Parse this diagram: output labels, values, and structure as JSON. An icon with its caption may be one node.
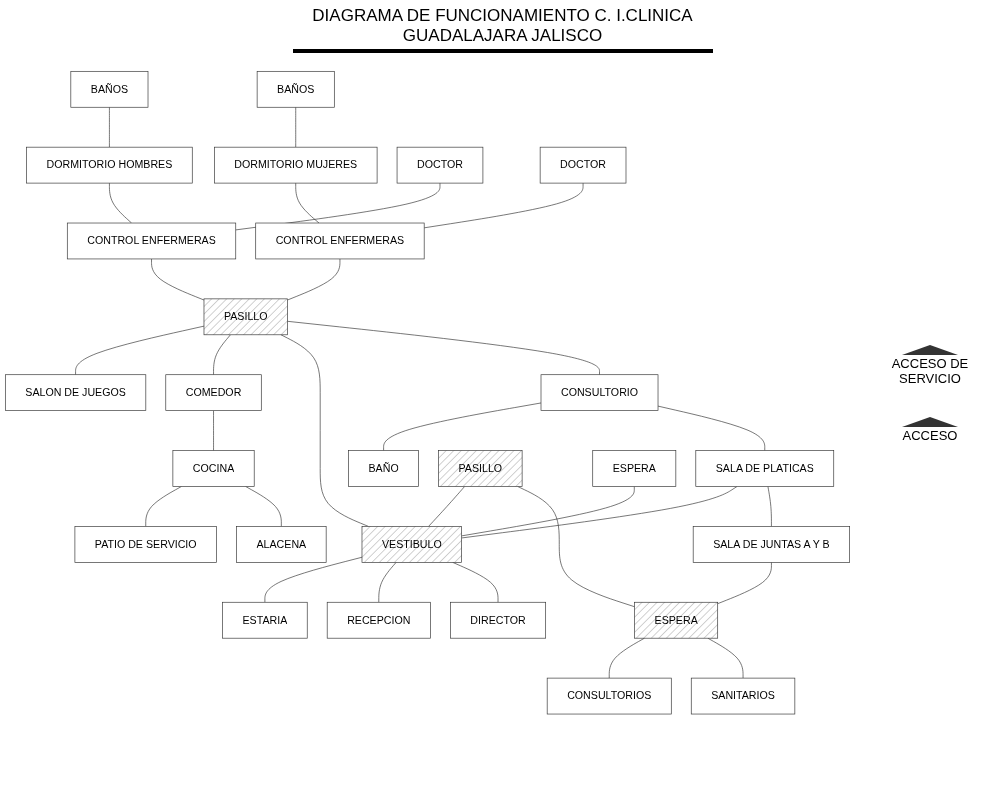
{
  "diagram": {
    "title": "DIAGRAMA DE FUNCIONAMIENTO C. I.CLINICA GUADALAJARA JALISCO",
    "nodes": [
      {
        "text": [
          "BAÑOS"
        ]
      },
      {
        "text": [
          "BAÑOS"
        ]
      },
      {
        "text": [
          "DORMITORIO HOMBRES"
        ]
      },
      {
        "text": [
          "DORMITORIO MUJERES"
        ]
      },
      {
        "text": [
          "DOCTOR"
        ]
      },
      {
        "text": [
          "CONTROL ENFERMERAS"
        ]
      },
      {
        "text": [
          "CONTROL ENFERMERAS"
        ]
      },
      {
        "text": [
          "DOCTOR"
        ]
      },
      {
        "text": [
          "PASILLO"
        ]
      },
      {
        "text": [
          "CONSULTORIO"
        ]
      },
      {
        "text": [
          "BAÑO"
        ]
      },
      {
        "text": [
          "SALON DE JUEGOS"
        ]
      },
      {
        "text": [
          "SALA DE PLATICAS"
        ]
      },
      {
        "text": [
          "SALA DE JUNTAS A Y B"
        ]
      },
      {
        "text": [
          "COMEDOR"
        ]
      },
      {
        "text": [
          "PATIO DE SERVICIO"
        ]
      },
      {
        "text": [
          "COCINA"
        ]
      },
      {
        "text": [
          "VESTIBULO"
        ]
      },
      {
        "text": [
          "PASILLO"
        ]
      },
      {
        "text": [
          "ESPERA"
        ]
      },
      {
        "text": [
          "CONSULTORIOS"
        ]
      },
      {
        "text": [
          "ALACENA"
        ]
      },
      {
        "text": [
          "ESTARIA"
        ]
      },
      {
        "text": [
          "SANITARIOS"
        ]
      },
      {
        "text": [
          "ESPERA"
        ]
      },
      {
        "text": [
          "RECEPCION"
        ]
      },
      {
        "text": [
          "DIRECTOR"
        ]
      }
    ],
    "edges": [
      {
        "from": 0,
        "to": 2,
        "arrow": "none"
      },
      {
        "from": 1,
        "to": 3,
        "arrow": "none"
      },
      {
        "from": 2,
        "to": 5,
        "arrow": "none"
      },
      {
        "from": 3,
        "to": 6,
        "arrow": "none"
      },
      {
        "from": 4,
        "to": 5,
        "arrow": "none"
      },
      {
        "from": 7,
        "to": 6,
        "arrow": "none"
      },
      {
        "from": 5,
        "to": 8,
        "arrow": "none"
      },
      {
        "from": 6,
        "to": 8,
        "arrow": "none"
      },
      {
        "from": 8,
        "to": 11,
        "arrow": "none"
      },
      {
        "from": 8,
        "to": 14,
        "arrow": "none"
      },
      {
        "from": 8,
        "to": 17,
        "arrow": "none"
      },
      {
        "from": 8,
        "to": 9,
        "arrow": "none"
      },
      {
        "from": 9,
        "to": 10,
        "arrow": "none"
      },
      {
        "from": 9,
        "to": 12,
        "arrow": "none"
      },
      {
        "from": 12,
        "to": 17,
        "arrow": "none"
      },
      {
        "from": 12,
        "to": 13,
        "arrow": "none"
      },
      {
        "from": 13,
        "to": 19,
        "arrow": "none"
      },
      {
        "from": 16,
        "to": 15,
        "arrow": "none"
      },
      {
        "from": 14,
        "to": 16,
        "arrow": "none"
      },
      {
        "from": 16,
        "to": 21,
        "arrow": "none"
      },
      {
        "from": 18,
        "to": 17,
        "arrow": "none"
      },
      {
        "from": 18,
        "to": 19,
        "arrow": "none"
      },
      {
        "from": 19,
        "to": 20,
        "arrow": "none"
      },
      {
        "from": 19,
        "to": 23,
        "arrow": "none"
      },
      {
        "from": 17,
        "to": 22,
        "arrow": "none"
      },
      {
        "from": 17,
        "to": 25,
        "arrow": "none"
      },
      {
        "from": 17,
        "to": 26,
        "arrow": "none"
      },
      {
        "from": 24,
        "to": 17,
        "arrow": "none"
      }
    ],
    "labels": [
      "ACCESO DE SERVICIO",
      "ACCESO"
    ]
  }
}
